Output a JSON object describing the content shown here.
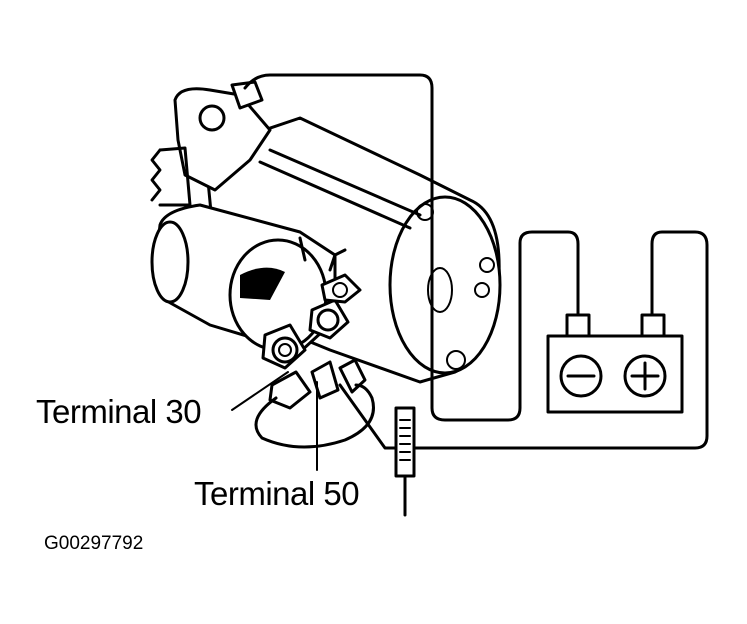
{
  "labels": {
    "terminal_30": "Terminal 30",
    "terminal_50": "Terminal 50",
    "figure_code": "G00297792"
  },
  "colors": {
    "ink": "#000000",
    "paper": "#ffffff"
  },
  "battery": {
    "negative_symbol": "minus",
    "positive_symbol": "plus"
  }
}
